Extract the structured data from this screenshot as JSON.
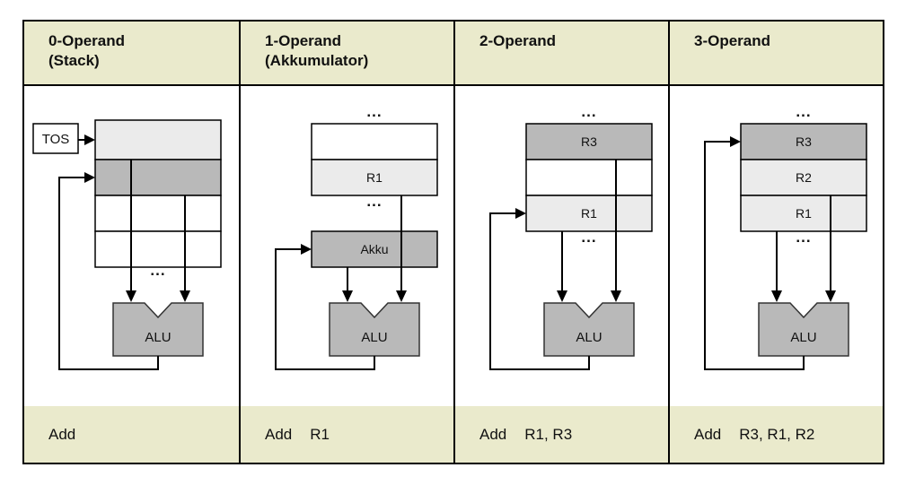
{
  "colors": {
    "header_bg": "#eaeacc",
    "cell_light": "#ebebeb",
    "cell_dark": "#b9b9b9",
    "cell_white": "#ffffff",
    "line": "#000000"
  },
  "ellipsis": "...",
  "columns": [
    {
      "id": "0-operand",
      "header": {
        "title": "0-Operand",
        "subtitle": "(Stack)"
      },
      "labels": {
        "tos": "TOS",
        "alu": "ALU"
      },
      "instruction": {
        "mnemonic": "Add",
        "operands": ""
      }
    },
    {
      "id": "1-operand",
      "header": {
        "title": "1-Operand",
        "subtitle": "(Akkumulator)"
      },
      "labels": {
        "r1": "R1",
        "akku": "Akku",
        "alu": "ALU"
      },
      "instruction": {
        "mnemonic": "Add",
        "operands": "R1"
      }
    },
    {
      "id": "2-operand",
      "header": {
        "title": "2-Operand",
        "subtitle": ""
      },
      "labels": {
        "r3": "R3",
        "r1": "R1",
        "alu": "ALU"
      },
      "instruction": {
        "mnemonic": "Add",
        "operands": "R1, R3"
      }
    },
    {
      "id": "3-operand",
      "header": {
        "title": "3-Operand",
        "subtitle": ""
      },
      "labels": {
        "r3": "R3",
        "r2": "R2",
        "r1": "R1",
        "alu": "ALU"
      },
      "instruction": {
        "mnemonic": "Add",
        "operands": "R3, R1, R2"
      }
    }
  ]
}
